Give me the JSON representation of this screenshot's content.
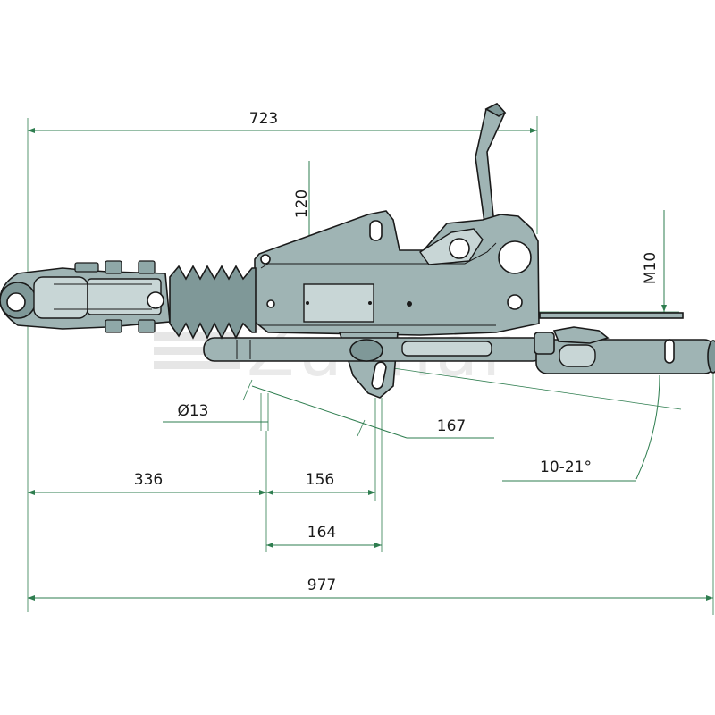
{
  "drawing": {
    "watermark": "Zuchar",
    "dimensions": {
      "overall_length": "977",
      "body_length": "723",
      "height": "120",
      "thread": "M10",
      "bore_diameter": "Ø13",
      "lever_length": "167",
      "tilt_angle": "10-21°",
      "front_offset": "336",
      "bolt_spacing_a": "156",
      "bolt_spacing_b": "164"
    }
  }
}
